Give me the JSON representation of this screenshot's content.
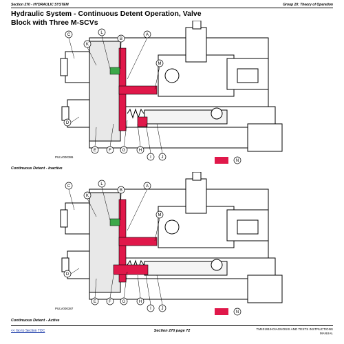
{
  "header": {
    "left": "Section 270 - HYDRAULIC SYSTEM",
    "right": "Group 20: Theory of Operation"
  },
  "title": "Hydraulic System - Continuous Detent Operation, Valve Block with Three M-SCVs",
  "figures": [
    {
      "image_id": "PULV000386",
      "caption": "Continuous Detent - Inactive",
      "callouts": [
        "C",
        "K",
        "L",
        "B",
        "A",
        "M",
        "D",
        "E",
        "F",
        "G",
        "H",
        "I",
        "J",
        "N"
      ]
    },
    {
      "image_id": "PULV000387",
      "caption": "Continuous Detent - Active",
      "callouts": [
        "C",
        "K",
        "L",
        "B",
        "A",
        "M",
        "D",
        "E",
        "F",
        "G",
        "H",
        "I",
        "J",
        "N"
      ]
    }
  ],
  "footer": {
    "link": "<< Go to Section TOC",
    "center": "Section 270 page 72",
    "right_line1": "TM401919-DIAGNOSIS AND TESTS INSTRUCTIONS",
    "right_line2": "MANUAL"
  },
  "colors": {
    "pressure": "#e0184a",
    "title_text": "#000000",
    "link": "#1a39a8"
  }
}
